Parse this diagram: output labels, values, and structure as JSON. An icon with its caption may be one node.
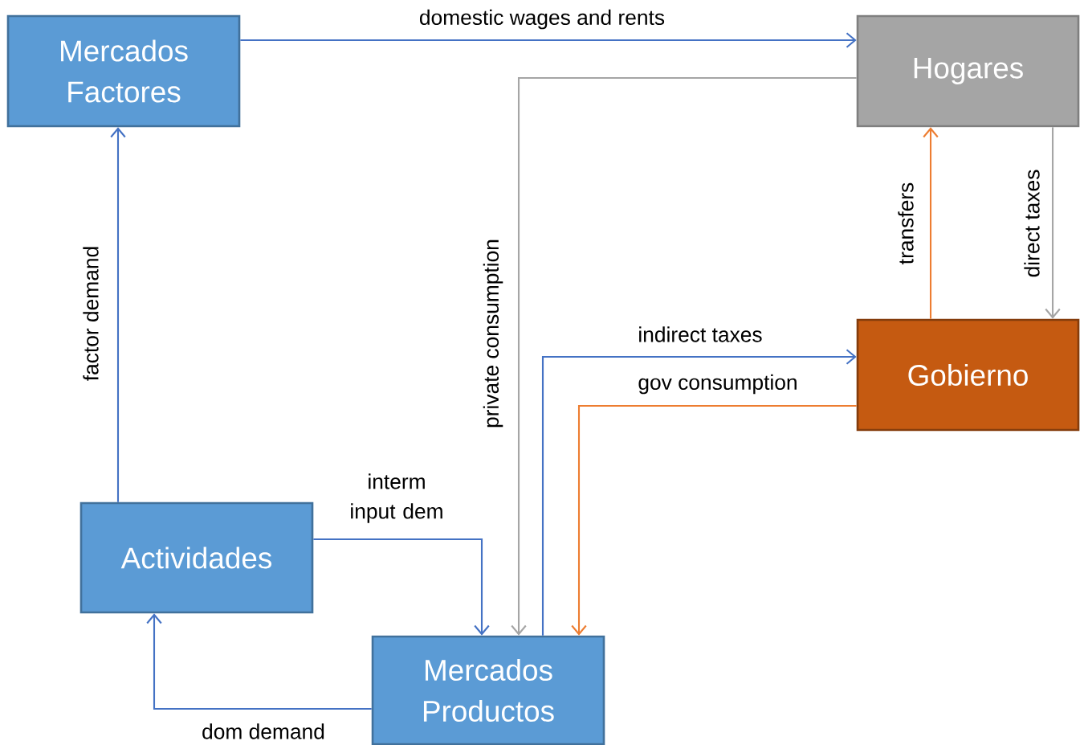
{
  "diagram": {
    "nodes": [
      {
        "text": [
          "Mercados Factores"
        ]
      },
      {
        "text": [
          "Hogares"
        ]
      },
      {
        "text": [
          "Gobierno"
        ]
      },
      {
        "text": [
          "Actividades"
        ]
      },
      {
        "text": [
          "Mercados Productos"
        ]
      }
    ],
    "edges": [
      {
        "from": 0,
        "to": 1,
        "arrow": "to",
        "label": "domestic wages and rents"
      },
      {
        "from": 1,
        "to": 4,
        "arrow": "to",
        "label": "private consumption",
        "color": "#a5a5a5"
      },
      {
        "from": 1,
        "to": 2,
        "arrow": "to",
        "label": "direct taxes",
        "color": "#a5a5a5"
      },
      {
        "from": 2,
        "to": 1,
        "arrow": "to",
        "label": "transfers",
        "color": "#ed7d31"
      },
      {
        "from": 4,
        "to": 2,
        "arrow": "to",
        "label": "indirect taxes"
      },
      {
        "from": 2,
        "to": 4,
        "arrow": "to",
        "label": "gov consumption",
        "color": "#ed7d31"
      },
      {
        "from": 3,
        "to": 4,
        "arrow": "to",
        "label": "interm input dem"
      },
      {
        "from": 4,
        "to": 3,
        "arrow": "to",
        "label": "dom demand"
      },
      {
        "from": 3,
        "to": 0,
        "arrow": "to",
        "label": "factor demand"
      }
    ]
  }
}
